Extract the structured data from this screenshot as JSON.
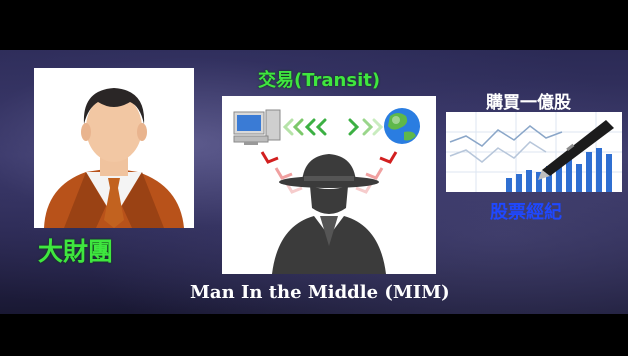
{
  "labels": {
    "transit": "交易(Transit)",
    "rich_group": "大財團",
    "buy_shares": "購買一億股",
    "broker": "股票經紀",
    "mim": "Man In the Middle (MIM)"
  },
  "icons": {
    "businessman": "businessman-icon",
    "computer": "computer-icon",
    "globe": "globe-icon",
    "spy": "spy-icon",
    "stock_chart": "stock-chart-icon",
    "pen": "pen-icon"
  },
  "colors": {
    "green_text": "#3fe63f",
    "blue_text": "#1f48ff",
    "arrow_green": "#3cb043",
    "arrow_red": "#d21f1f",
    "background": "#2b2a55"
  }
}
